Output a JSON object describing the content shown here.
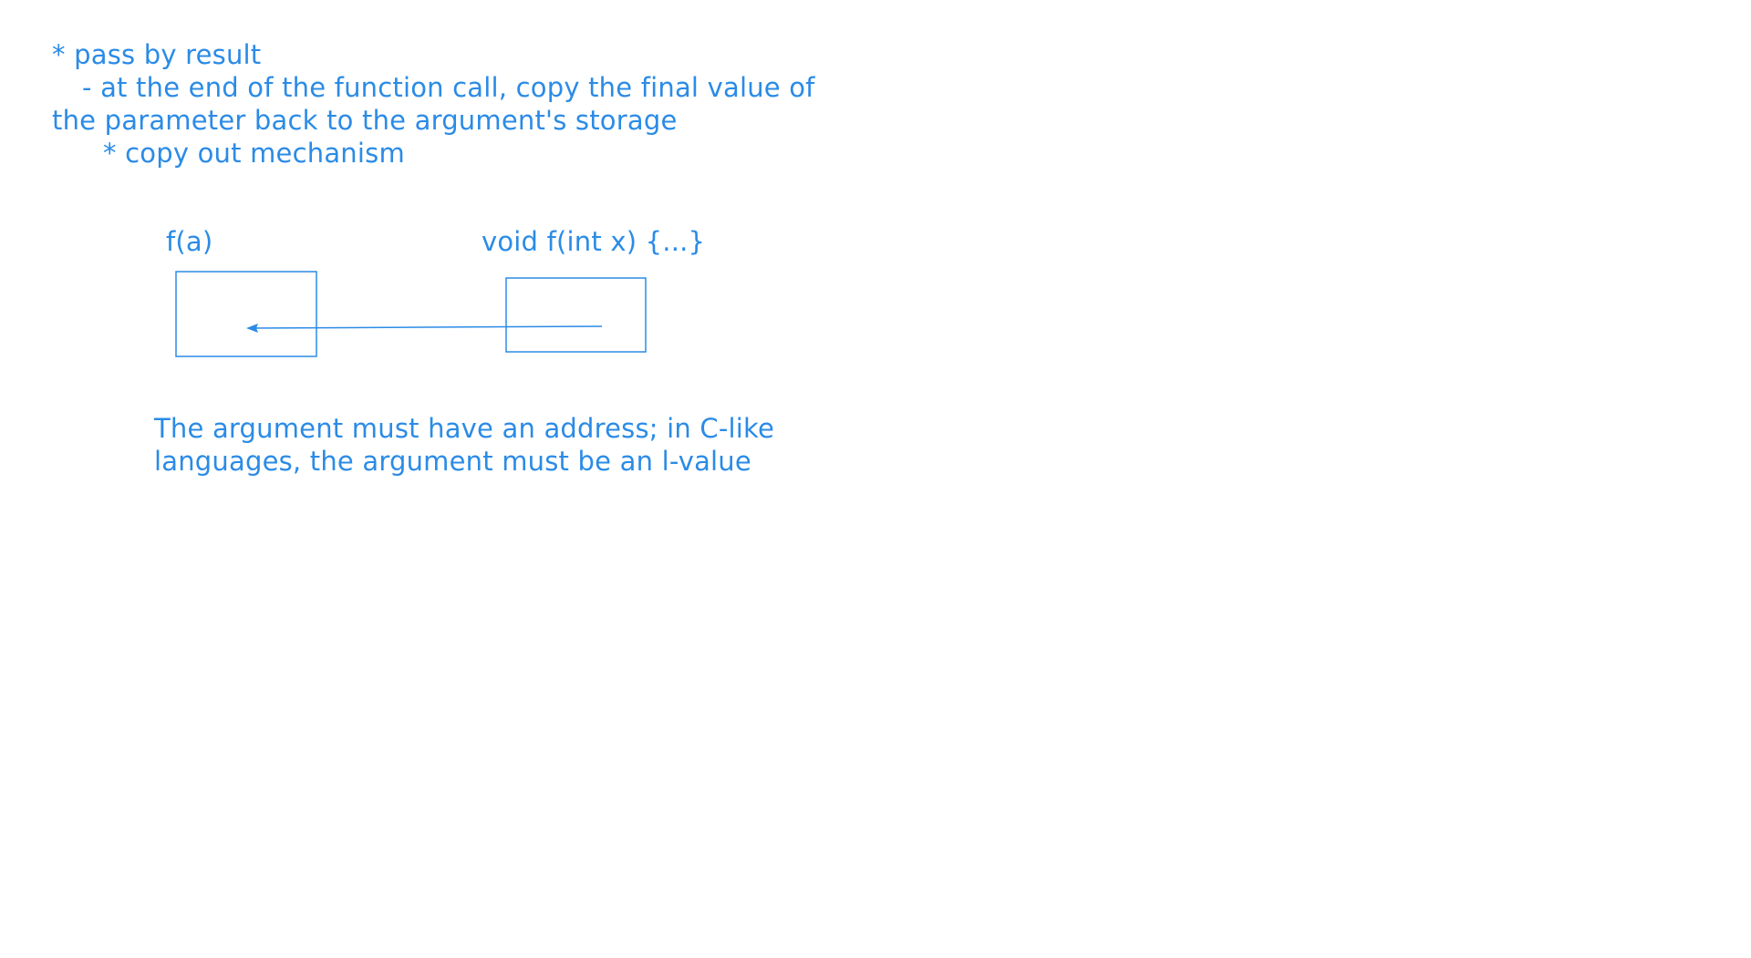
{
  "notes": {
    "heading": "* pass by result",
    "bullet_line_1": "- at the end of the function call, copy the final value of",
    "bullet_line_2": "the parameter back to the argument's storage",
    "sub_bullet": "* copy out mechanism"
  },
  "diagram": {
    "caller_label": "f(a)",
    "callee_label": "void f(int x) {...}"
  },
  "note_bottom": {
    "line_1": "The argument must have an address; in C-like",
    "line_2": "languages, the argument must be an l-value"
  },
  "colors": {
    "ink": "#2b8be6"
  }
}
